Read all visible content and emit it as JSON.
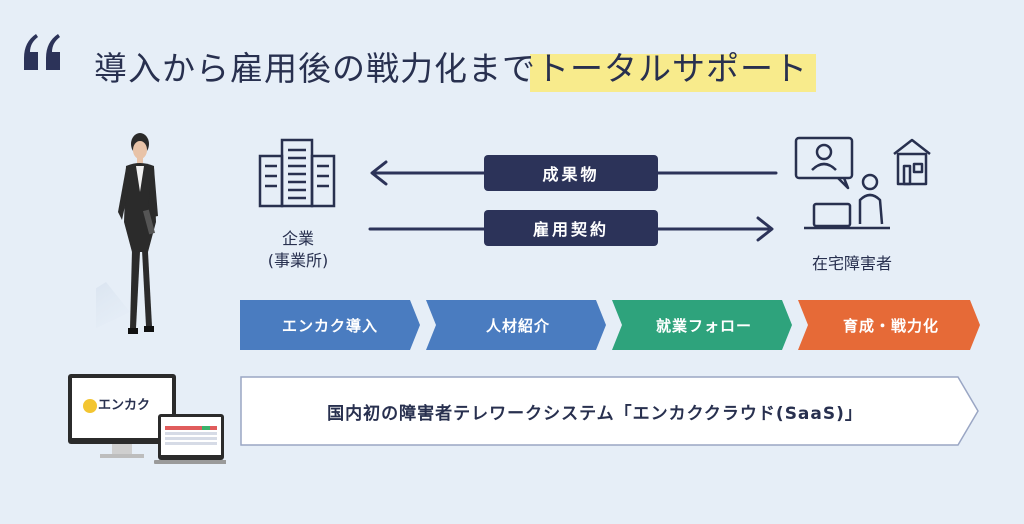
{
  "header": {
    "title_prefix": "導入から雇用後の戦力化まで",
    "title_highlight": "トータルサポート"
  },
  "flow": {
    "company_label_line1": "企業",
    "company_label_line2": "(事業所)",
    "worker_label": "在宅障害者",
    "arrow_left_label": "成果物",
    "arrow_right_label": "雇用契約"
  },
  "steps": [
    {
      "label": "エンカク導入",
      "color": "#4a7cc0"
    },
    {
      "label": "人材紹介",
      "color": "#4a7cc0"
    },
    {
      "label": "就業フォロー",
      "color": "#2ea37c"
    },
    {
      "label": "育成・戦力化",
      "color": "#e66a37"
    }
  ],
  "system": {
    "label": "国内初の障害者テレワークシステム「エンカククラウド(SaaS)」"
  },
  "logo": {
    "text": "エンカク"
  },
  "colors": {
    "navy": "#2c3359",
    "highlight": "#f8eb8c",
    "background": "#e6eef7"
  }
}
